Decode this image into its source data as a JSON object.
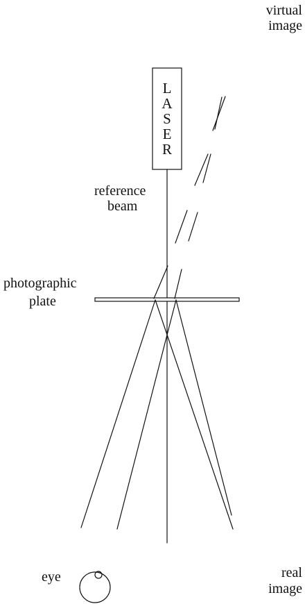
{
  "laser": {
    "letters": [
      "L",
      "A",
      "S",
      "E",
      "R"
    ]
  },
  "labels": {
    "virtual_image": [
      "virtual",
      "image"
    ],
    "reference_beam": [
      "reference",
      "beam"
    ],
    "photographic_plate": [
      "photographic",
      "plate"
    ],
    "eye": "eye",
    "real_image": [
      "real",
      "image"
    ]
  }
}
